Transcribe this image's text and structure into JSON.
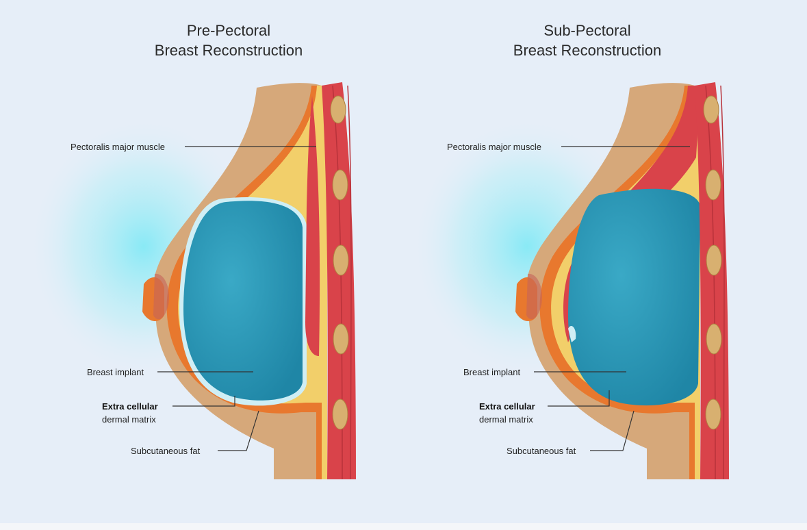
{
  "panels": [
    {
      "title_line1": "Pre-Pectoral",
      "title_line2": "Breast Reconstruction",
      "labels": {
        "muscle": "Pectoralis major muscle",
        "implant": "Breast implant",
        "matrix_line1": "Extra cellular",
        "matrix_line2": "dermal matrix",
        "fat": "Subcutaneous fat"
      }
    },
    {
      "title_line1": "Sub-Pectoral",
      "title_line2": "Breast Reconstruction",
      "labels": {
        "muscle": "Pectoralis major muscle",
        "implant": "Breast implant",
        "matrix_line1": "Extra cellular",
        "matrix_line2": "dermal matrix",
        "fat": "Subcutaneous fat"
      }
    }
  ],
  "colors": {
    "background": "#e6eef8",
    "skin": "#d6a87a",
    "dermis": "#e8782e",
    "fat": "#f2cf6a",
    "implant": "#2b98b8",
    "muscle": "#d9434a",
    "glow": "#7fe3f0"
  }
}
